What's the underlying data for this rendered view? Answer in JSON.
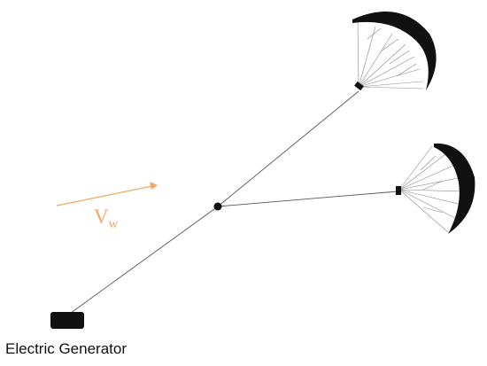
{
  "labels": {
    "wind_symbol": "V",
    "wind_subscript": "w",
    "generator": "Electric Generator"
  },
  "colors": {
    "wind": "#f0a868",
    "ink": "#111111",
    "tether": "#555555",
    "bridle": "#8a8a8a"
  },
  "icons": {
    "wind_arrow": "wind-arrow-icon",
    "kite": "parafoil-kite-icon",
    "generator": "generator-block-icon",
    "junction": "junction-dot-icon"
  }
}
